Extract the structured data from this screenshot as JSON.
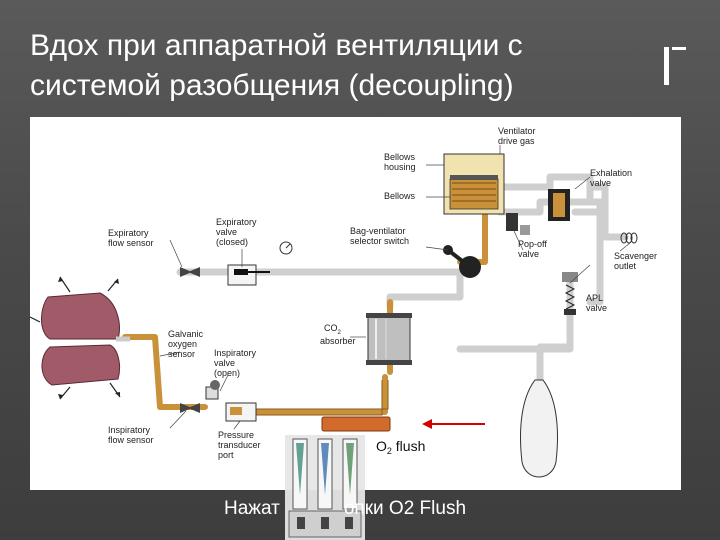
{
  "slide": {
    "title": "Вдох при аппаратной вентиляции с системой разобщения (decoupling)",
    "caption_left": "Нажат",
    "caption_right": "опки O2 Flush"
  },
  "diagram": {
    "labels": {
      "ventilator_drive_gas": [
        "Ventilator",
        "drive gas"
      ],
      "bellows_housing": [
        "Bellows",
        "housing"
      ],
      "bellows": "Bellows",
      "exhalation_valve": [
        "Exhalation",
        "valve"
      ],
      "expiratory_valve": [
        "Expiratory",
        "valve",
        "(closed)"
      ],
      "bag_ventilator_switch": [
        "Bag-ventilator",
        "selector switch"
      ],
      "popoff_valve": [
        "Pop-off",
        "valve"
      ],
      "scavenger_outlet": [
        "Scavenger",
        "outlet"
      ],
      "expiratory_flow_sensor": [
        "Expiratory",
        "flow sensor"
      ],
      "co2_absorber": [
        "CO",
        "absorber"
      ],
      "co2_subscript": "2",
      "apl_valve": [
        "APL",
        "valve"
      ],
      "galvanic_oxygen_sensor": [
        "Galvanic",
        "oxygen",
        "sensor"
      ],
      "inspiratory_valve": [
        "Inspiratory",
        "valve",
        "(open)"
      ],
      "inspiratory_flow_sensor": [
        "Inspiratory",
        "flow sensor"
      ],
      "pressure_transducer_port": [
        "Pressure",
        "transducer",
        "port"
      ],
      "o2_flush_main": "O",
      "o2_flush_sub": "2",
      "o2_flush_rest": " flush"
    },
    "colors": {
      "fresh_gas": "#c9923a",
      "circuit_tube": "#d9d9d9",
      "bellows_housing_fill": "#f1e3b0",
      "lung": "#a15b68",
      "flush_button": "#d26a2b",
      "arrow_red": "#d40000"
    }
  }
}
